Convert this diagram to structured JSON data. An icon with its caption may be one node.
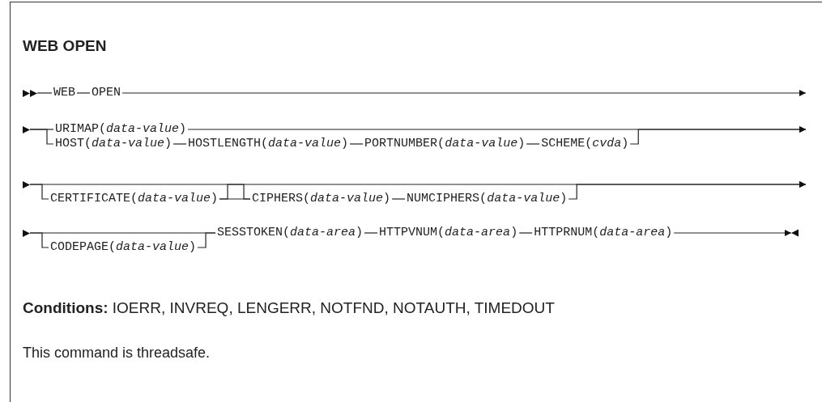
{
  "diagram": {
    "title": "WEB OPEN",
    "nodes": [
      {
        "text": [],
        "shape": "triangle"
      },
      {
        "text": [
          "WEB"
        ]
      },
      {
        "text": [
          "OPEN"
        ]
      },
      {
        "text": [],
        "shape": "triangle"
      },
      {
        "text": [
          "URIMAP(*data-value*)"
        ]
      },
      {
        "text": [
          "HOST(*data-value*)"
        ]
      },
      {
        "text": [
          "HOSTLENGTH(*data-value*)"
        ]
      },
      {
        "text": [
          "PORTNUMBER(*data-value*)"
        ]
      },
      {
        "text": [
          "SCHEME(*cvda*)"
        ]
      },
      {
        "text": [],
        "shape": "triangle"
      },
      {
        "text": [
          "CERTIFICATE(*data-value*)"
        ]
      },
      {
        "text": [
          "CIPHERS(*data-value*)"
        ]
      },
      {
        "text": [
          "NUMCIPHERS(*data-value*)"
        ]
      },
      {
        "text": [],
        "shape": "triangle"
      },
      {
        "text": [
          "CODEPAGE(*data-value*)"
        ]
      },
      {
        "text": [
          "SESSTOKEN(*data-area*)"
        ]
      },
      {
        "text": [
          "HTTPVNUM(*data-area*)"
        ]
      },
      {
        "text": [
          "HTTPRNUM(*data-area*)"
        ]
      }
    ],
    "edges": [
      {
        "from": 0,
        "to": 1,
        "arrow": "none"
      },
      {
        "from": 1,
        "to": 2,
        "arrow": "none"
      },
      {
        "from": 2,
        "to": null,
        "arrow": "to"
      },
      {
        "from": 3,
        "to": 4,
        "arrow": "none"
      },
      {
        "from": 3,
        "to": 5,
        "arrow": "none"
      },
      {
        "from": 4,
        "to": null,
        "arrow": "to"
      },
      {
        "from": 5,
        "to": 6,
        "arrow": "none"
      },
      {
        "from": 6,
        "to": 7,
        "arrow": "none"
      },
      {
        "from": 7,
        "to": 8,
        "arrow": "none"
      },
      {
        "from": 8,
        "to": null,
        "arrow": "to"
      },
      {
        "from": 9,
        "to": 10,
        "arrow": "none"
      },
      {
        "from": 9,
        "to": 11,
        "arrow": "none"
      },
      {
        "from": 10,
        "to": 11,
        "arrow": "none"
      },
      {
        "from": 10,
        "to": null,
        "arrow": "to"
      },
      {
        "from": 11,
        "to": 12,
        "arrow": "none"
      },
      {
        "from": 12,
        "to": null,
        "arrow": "to"
      },
      {
        "from": 13,
        "to": 14,
        "arrow": "none"
      },
      {
        "from": 13,
        "to": 15,
        "arrow": "none"
      },
      {
        "from": 14,
        "to": 15,
        "arrow": "none"
      },
      {
        "from": 15,
        "to": 16,
        "arrow": "none"
      },
      {
        "from": 16,
        "to": 17,
        "arrow": "none"
      },
      {
        "from": 17,
        "to": null,
        "arrow": "to"
      }
    ],
    "labels": [
      "**Conditions:** IOERR, INVREQ, LENGERR, NOTFND, NOTAUTH, TIMEDOUT",
      "This command is threadsafe."
    ]
  }
}
